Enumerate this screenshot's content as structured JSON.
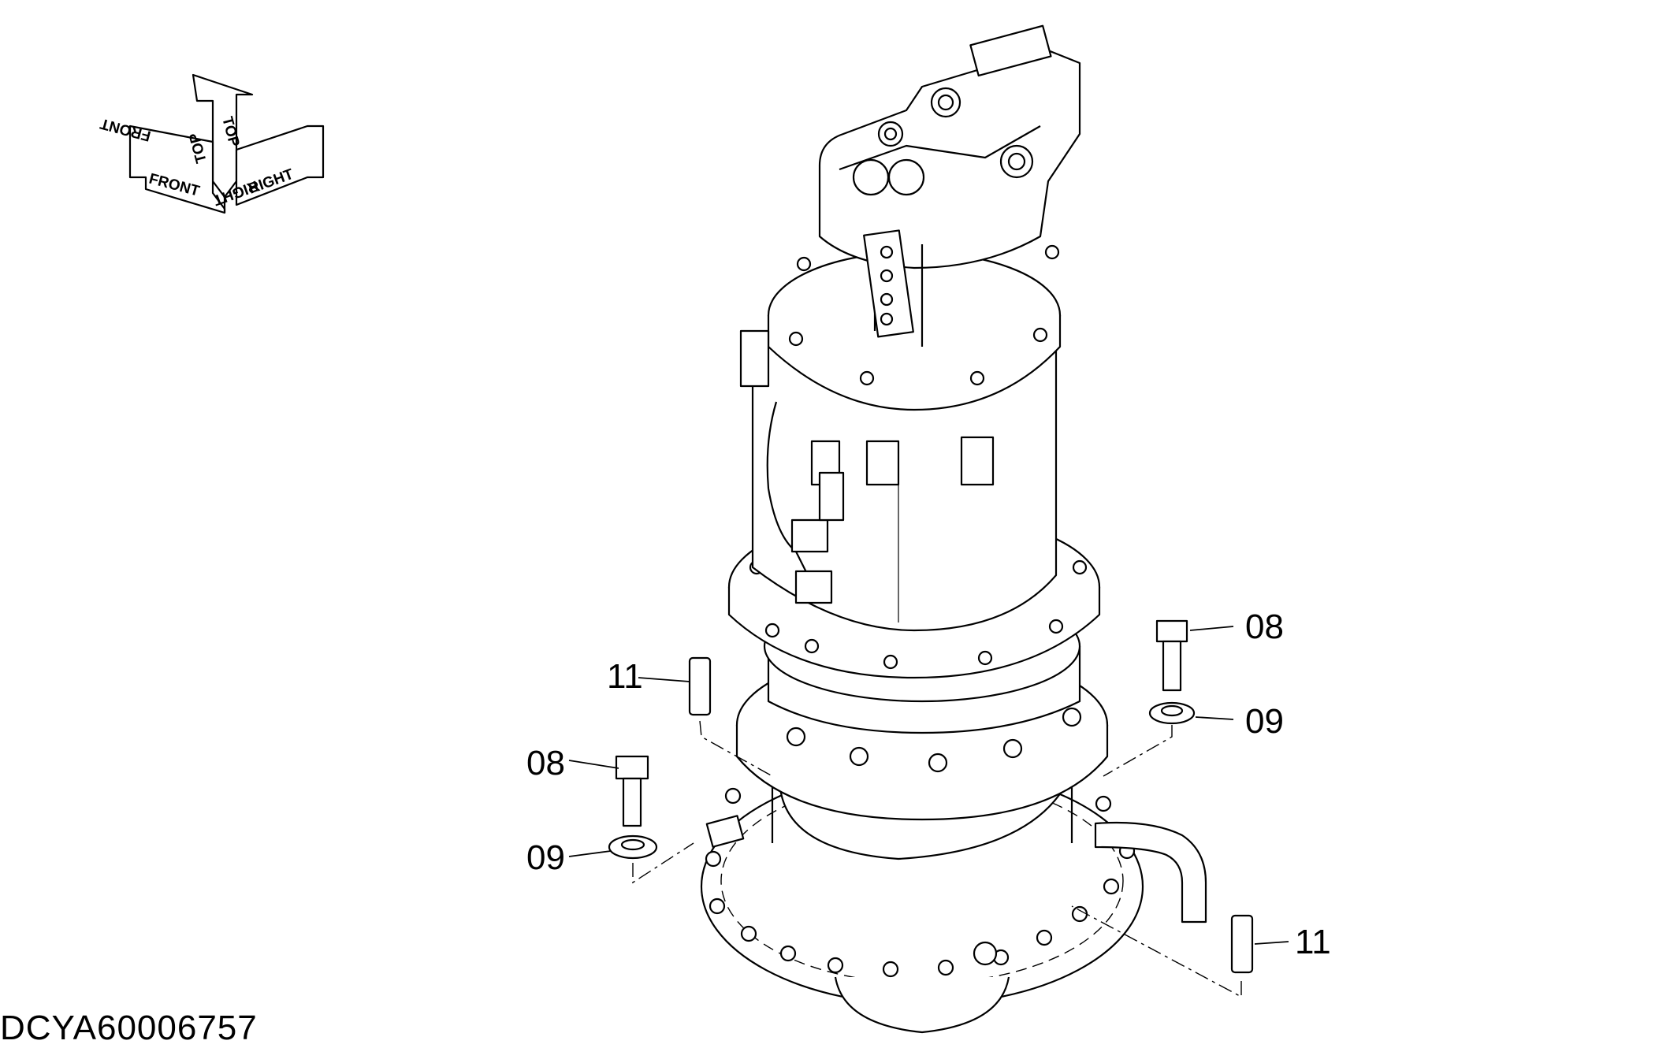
{
  "drawing_id": "DCYA60006757",
  "orientation_labels": {
    "front": "FRONT",
    "top": "TOP",
    "right": "RIGHT"
  },
  "callouts": [
    {
      "id": "c08-right",
      "number": "08",
      "part": "bolt"
    },
    {
      "id": "c09-right",
      "number": "09",
      "part": "washer"
    },
    {
      "id": "c11-left",
      "number": "11",
      "part": "pin"
    },
    {
      "id": "c08-left",
      "number": "08",
      "part": "bolt"
    },
    {
      "id": "c09-left",
      "number": "09",
      "part": "washer"
    },
    {
      "id": "c11-right",
      "number": "11",
      "part": "pin"
    }
  ]
}
